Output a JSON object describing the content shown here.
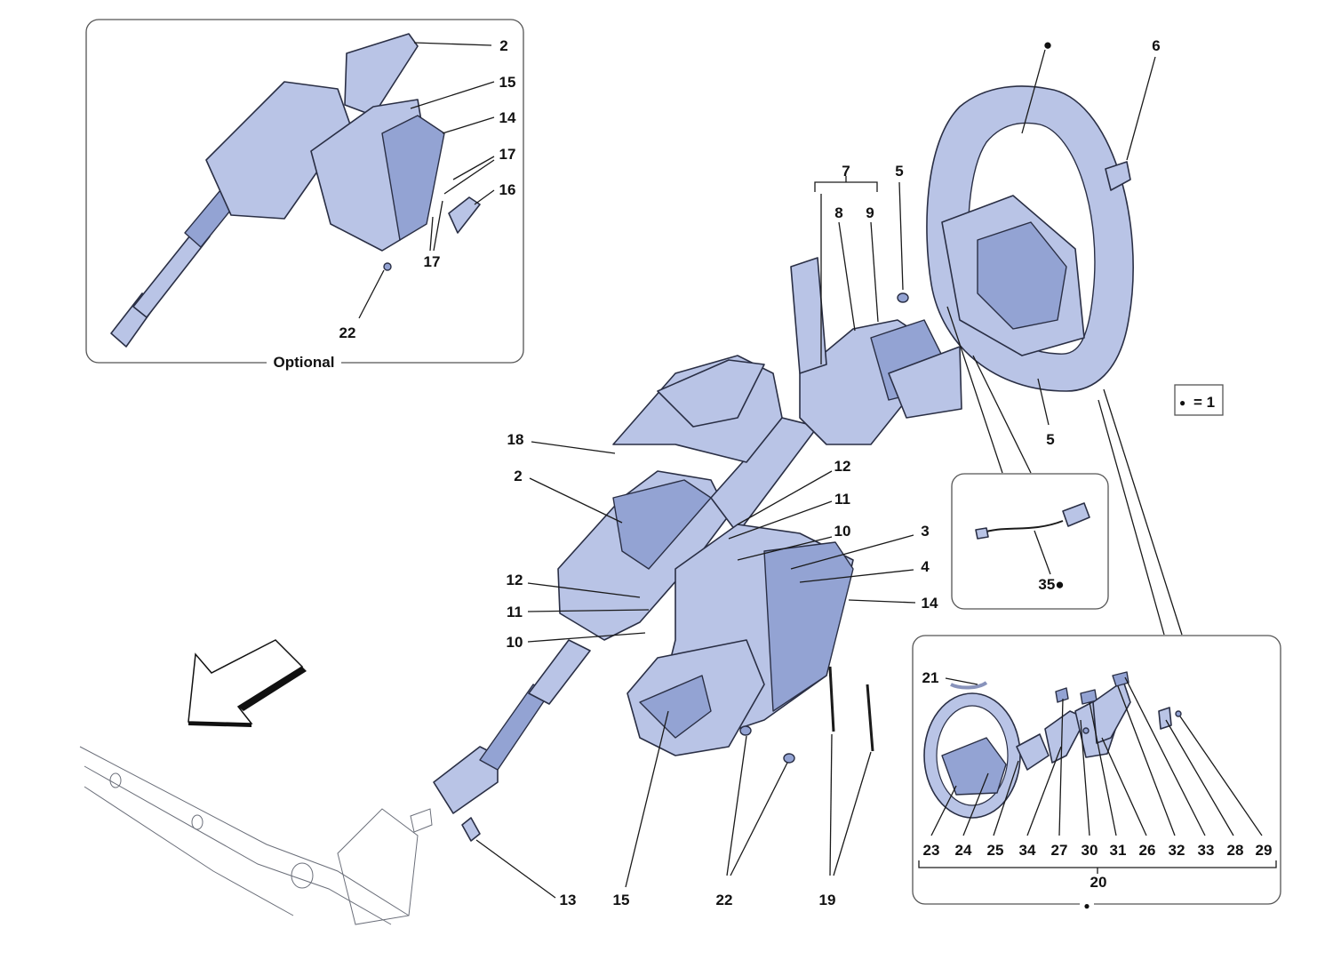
{
  "optional_box": {
    "caption": "Optional",
    "callouts": [
      "2",
      "15",
      "14",
      "17",
      "16",
      "17",
      "22"
    ]
  },
  "main_callouts": [
    "7",
    "8",
    "9",
    "5",
    "6",
    "5",
    "18",
    "2",
    "12",
    "11",
    "10",
    "3",
    "4",
    "14",
    "12",
    "11",
    "10",
    "13",
    "15",
    "22",
    "19"
  ],
  "legend": {
    "dot_symbol": "●",
    "text": "= 1"
  },
  "harness_box": {
    "callout": "35●"
  },
  "wheel_kit_box": {
    "callout_top": "21",
    "callouts_bottom": [
      "23",
      "24",
      "25",
      "34",
      "27",
      "30",
      "31",
      "26",
      "32",
      "33",
      "28",
      "29"
    ],
    "group_label": "20",
    "group_marker": "●"
  },
  "top_marker": "●",
  "colors": {
    "part_fill": "#b9c4e6",
    "part_shadow": "#93a3d3",
    "outline": "#2a2f45"
  }
}
